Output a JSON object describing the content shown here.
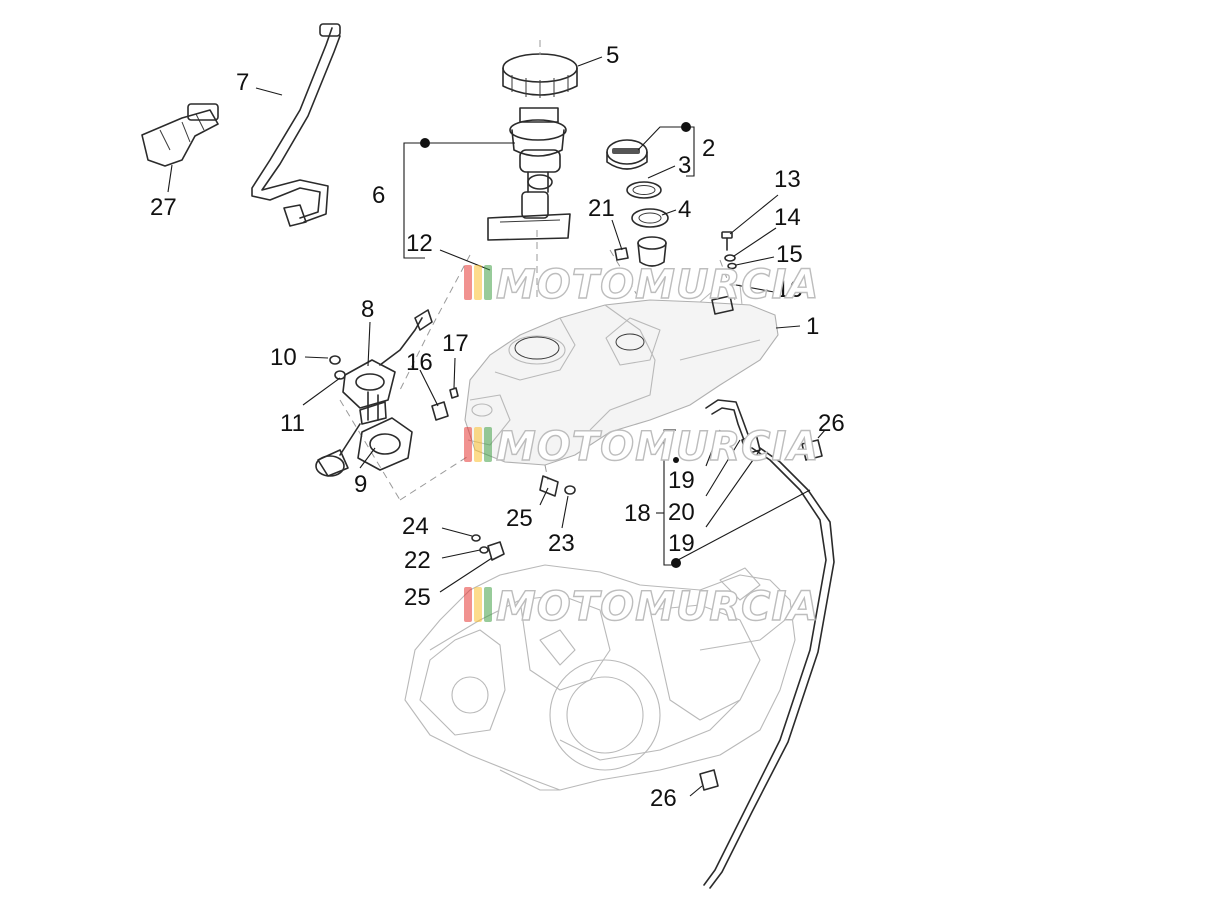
{
  "callouts": {
    "c1": "1",
    "c2": "2",
    "c3": "3",
    "c4": "4",
    "c5": "5",
    "c6": "6",
    "c7": "7",
    "c8": "8",
    "c9": "9",
    "c10": "10",
    "c11": "11",
    "c12": "12",
    "c13": "13",
    "c14": "14",
    "c15": "15",
    "c16a": "16",
    "c16b": "16",
    "c17": "17",
    "c18": "18",
    "c19a": "19",
    "c19b": "19",
    "c20": "20",
    "c21": "21",
    "c22": "22",
    "c23": "23",
    "c24": "24",
    "c25a": "25",
    "c25b": "25",
    "c26a": "26",
    "c26b": "26",
    "c27": "27"
  },
  "watermark": {
    "text": "MOTOMURCIA",
    "colors": [
      "#e53935",
      "#fbc02d",
      "#43a047"
    ]
  }
}
